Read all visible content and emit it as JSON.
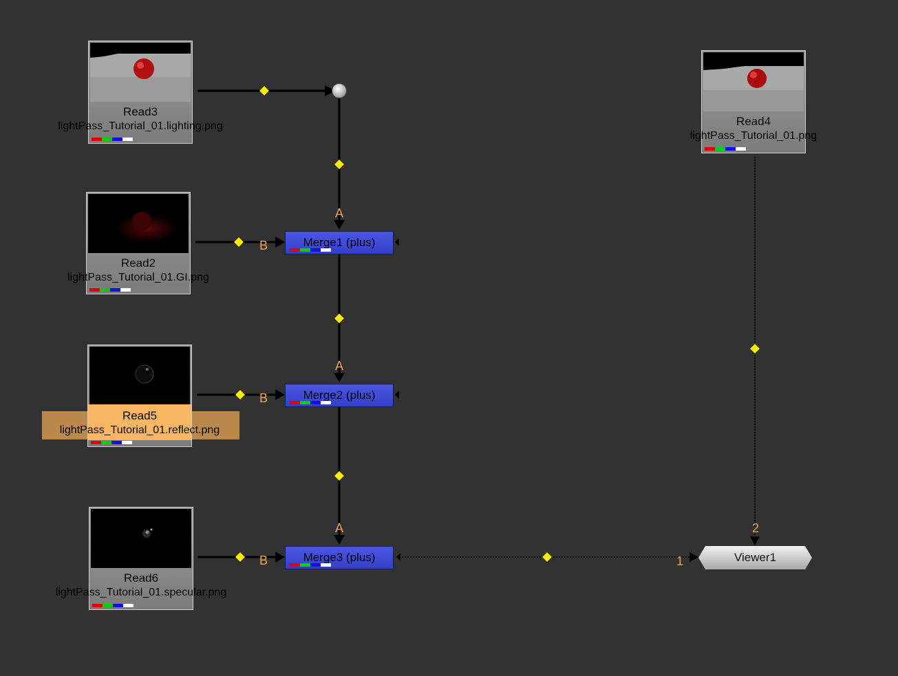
{
  "reads": [
    {
      "name": "Read3",
      "file": "lightPass_Tutorial_01.lighting.png"
    },
    {
      "name": "Read2",
      "file": "lightPass_Tutorial_01.GI.png"
    },
    {
      "name": "Read5",
      "file": "lightPass_Tutorial_01.reflect.png"
    },
    {
      "name": "Read6",
      "file": "lightPass_Tutorial_01.specular.png"
    },
    {
      "name": "Read4",
      "file": "lightPass_Tutorial_01.png"
    }
  ],
  "merges": [
    {
      "label": "Merge1 (plus)"
    },
    {
      "label": "Merge2 (plus)"
    },
    {
      "label": "Merge3 (plus)"
    }
  ],
  "viewer": {
    "label": "Viewer1"
  },
  "ports": {
    "a": "A",
    "b": "B",
    "one": "1",
    "two": "2"
  },
  "colors": {
    "background": "#323232",
    "merge": "#3f4bd6",
    "selected": "#fbb663",
    "pipe_handle": "#ffee00"
  }
}
